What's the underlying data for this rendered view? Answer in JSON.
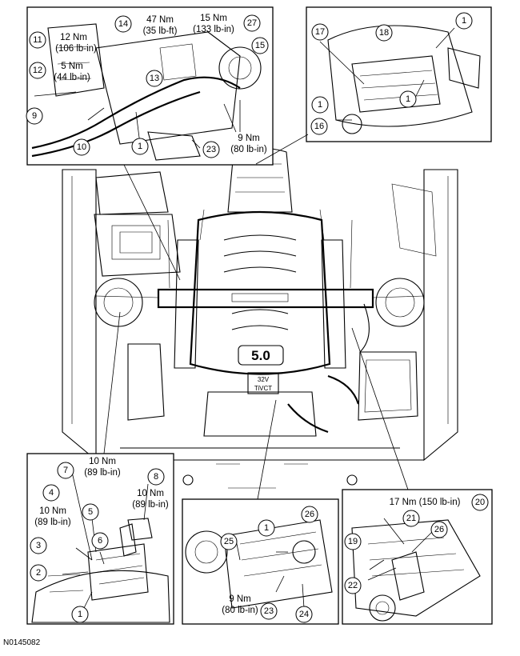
{
  "figure_id": "N0145082",
  "engine_badge": "5.0",
  "intake_badge_lines": [
    "32V",
    "TiVCT"
  ],
  "torque_specs": {
    "t_47nm": [
      "47 Nm",
      "(35 lb-ft)"
    ],
    "t_15nm": [
      "15 Nm",
      "(133 lb-in)"
    ],
    "t_12nm": [
      "12 Nm",
      "(106 lb-in)"
    ],
    "t_5nm": [
      "5 Nm",
      "(44 lb-in)"
    ],
    "t_9nm_a": [
      "9 Nm",
      "(80 lb-in)"
    ],
    "t_10nm_a": [
      "10 Nm",
      "(89 lb-in)"
    ],
    "t_10nm_b": [
      "10 Nm",
      "(89 lb-in)"
    ],
    "t_10nm_c": [
      "10 Nm",
      "(89 lb-in)"
    ],
    "t_9nm_b": [
      "9 Nm",
      "(80 lb-in)"
    ],
    "t_17nm": "17 Nm (150 lb-in)"
  },
  "callouts": [
    {
      "id": "c14",
      "label": "14"
    },
    {
      "id": "c27",
      "label": "27"
    },
    {
      "id": "c11",
      "label": "11"
    },
    {
      "id": "c15",
      "label": "15"
    },
    {
      "id": "c12",
      "label": "12"
    },
    {
      "id": "c13",
      "label": "13"
    },
    {
      "id": "c9",
      "label": "9"
    },
    {
      "id": "c10",
      "label": "10"
    },
    {
      "id": "c1a",
      "label": "1"
    },
    {
      "id": "c23a",
      "label": "23"
    },
    {
      "id": "c17",
      "label": "17"
    },
    {
      "id": "c18",
      "label": "18"
    },
    {
      "id": "c1b",
      "label": "1"
    },
    {
      "id": "c1c",
      "label": "1"
    },
    {
      "id": "c1d",
      "label": "1"
    },
    {
      "id": "c16",
      "label": "16"
    },
    {
      "id": "c7",
      "label": "7"
    },
    {
      "id": "c8",
      "label": "8"
    },
    {
      "id": "c4",
      "label": "4"
    },
    {
      "id": "c5",
      "label": "5"
    },
    {
      "id": "c6",
      "label": "6"
    },
    {
      "id": "c3",
      "label": "3"
    },
    {
      "id": "c2",
      "label": "2"
    },
    {
      "id": "c1e",
      "label": "1"
    },
    {
      "id": "c26a",
      "label": "26"
    },
    {
      "id": "c1f",
      "label": "1"
    },
    {
      "id": "c25",
      "label": "25"
    },
    {
      "id": "c23b",
      "label": "23"
    },
    {
      "id": "c24",
      "label": "24"
    },
    {
      "id": "c20",
      "label": "20"
    },
    {
      "id": "c21",
      "label": "21"
    },
    {
      "id": "c26b",
      "label": "26"
    },
    {
      "id": "c19",
      "label": "19"
    },
    {
      "id": "c22",
      "label": "22"
    }
  ]
}
